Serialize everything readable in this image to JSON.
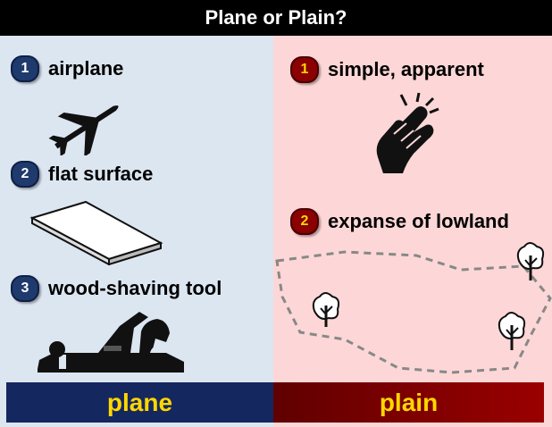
{
  "header": {
    "title": "Plane or Plain?"
  },
  "plane": {
    "items": [
      {
        "num": "1",
        "label": "airplane",
        "icon": "airplane-icon"
      },
      {
        "num": "2",
        "label": "flat surface",
        "icon": "flat-board-icon"
      },
      {
        "num": "3",
        "label": "wood-shaving tool",
        "icon": "hand-plane-icon"
      }
    ],
    "footer": "plane"
  },
  "plain": {
    "items": [
      {
        "num": "1",
        "label": "simple, apparent",
        "icon": "finger-snap-icon"
      },
      {
        "num": "2",
        "label": "expanse of lowland",
        "icon": "lowland-trees-icon"
      }
    ],
    "footer": "plain"
  },
  "colors": {
    "left_bg": "#dce6f1",
    "right_bg": "#fdd7d7",
    "blue_badge": "#1f3a6d",
    "red_badge": "#8b0000",
    "footer_text": "#ffd700"
  }
}
